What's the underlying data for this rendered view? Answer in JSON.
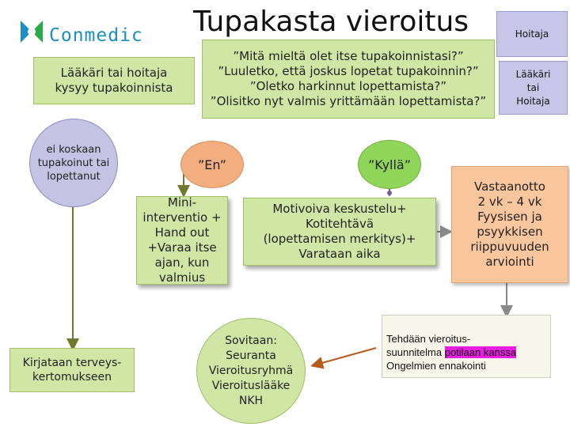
{
  "logo": {
    "name": "Conmedic",
    "color": "#1a8fc0"
  },
  "title": "Tupakasta vieroitus",
  "nodes": {
    "ask": "Lääkäri tai hoitaja\nkysyy tupakoinnista",
    "questions": "”Mitä mieltä olet itse tupakoinnistasi?”\n”Luuletko, että joskus lopetat tupakoinnin?”\n”Oletko harkinnut lopettamista?”\n”Olisitko nyt valmis yrittämään lopettamista?”",
    "never_smoked": "ei koskaan\ntupakoinut tai\nlopettanut",
    "no": "”En”",
    "yes": "”Kyllä”",
    "mini": "Mini-\ninterventio +\nHand out\n+Varaa itse\najan, kun\nvalmius",
    "motivational": "Motivoiva keskustelu+\nKotitehtävä\n(lopettamisen merkitys)+\nVarataan aika",
    "reception": "Vastaanotto\n2 vk – 4 vk\nFyysisen ja\npsyykkisen\nriippuvuuden\narviointi",
    "record": "Kirjataan terveys-\nkertomukseen",
    "agreed": "Sovitaan:\nSeuranta\nVieroitusryhmä\nVieroituslääke\nNKH",
    "plan_prefix": "Tehdään vieroitus-\nsuunnitelma ",
    "plan_highlight": "potilaan kanssa",
    "plan_suffix": "\nOngelmien ennakointi"
  },
  "roles": {
    "top": "Hoitaja",
    "second": "Lääkäri\ntai\nHoitaja"
  },
  "colors": {
    "box_green": "#cfe6a4",
    "box_salmon": "#f9c69d",
    "role_lavender": "#c7c6e8",
    "highlight_magenta": "#e81ee0",
    "arrow_olive": "#6f7a2c",
    "arrow_grey": "#8a8a8a",
    "arrow_purple": "#7a5aa0",
    "arrow_orange": "#b85a1a"
  }
}
